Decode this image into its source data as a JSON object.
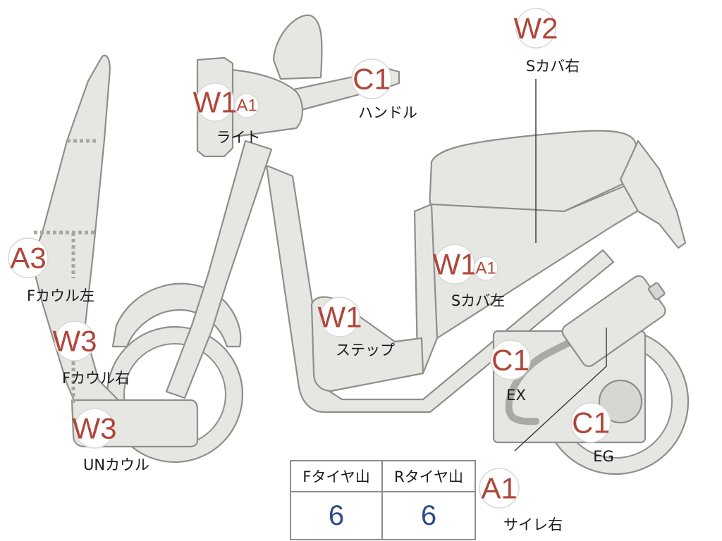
{
  "markers": {
    "light": {
      "code": "W1",
      "sub": "A1",
      "label": "ライト"
    },
    "handle": {
      "code": "C1",
      "label": "ハンドル"
    },
    "s_cover_r": {
      "code": "W2",
      "label": "Sカバ右"
    },
    "f_cowl_l": {
      "code": "A3",
      "label": "Fカウル左"
    },
    "f_cowl_r": {
      "code": "W3",
      "label": "Fカウル右"
    },
    "un_cowl": {
      "code": "W3",
      "label": "UNカウル"
    },
    "step": {
      "code": "W1",
      "label": "ステップ"
    },
    "s_cover_l": {
      "code": "W1",
      "sub": "A1",
      "label": "Sカバ左"
    },
    "ex": {
      "code": "C1",
      "label": "EX"
    },
    "eg": {
      "code": "C1",
      "label": "EG"
    },
    "muffler_r": {
      "code": "A1",
      "label": "サイレ右"
    }
  },
  "tire_table": {
    "headers": [
      "Fタイヤ山",
      "Rタイヤ山"
    ],
    "values": [
      "6",
      "6"
    ]
  },
  "colors": {
    "code_red": "#b0463a",
    "value_blue": "#2c4a8e",
    "part_fill": "#e6e6e3",
    "outline": "#8e8e8a"
  }
}
